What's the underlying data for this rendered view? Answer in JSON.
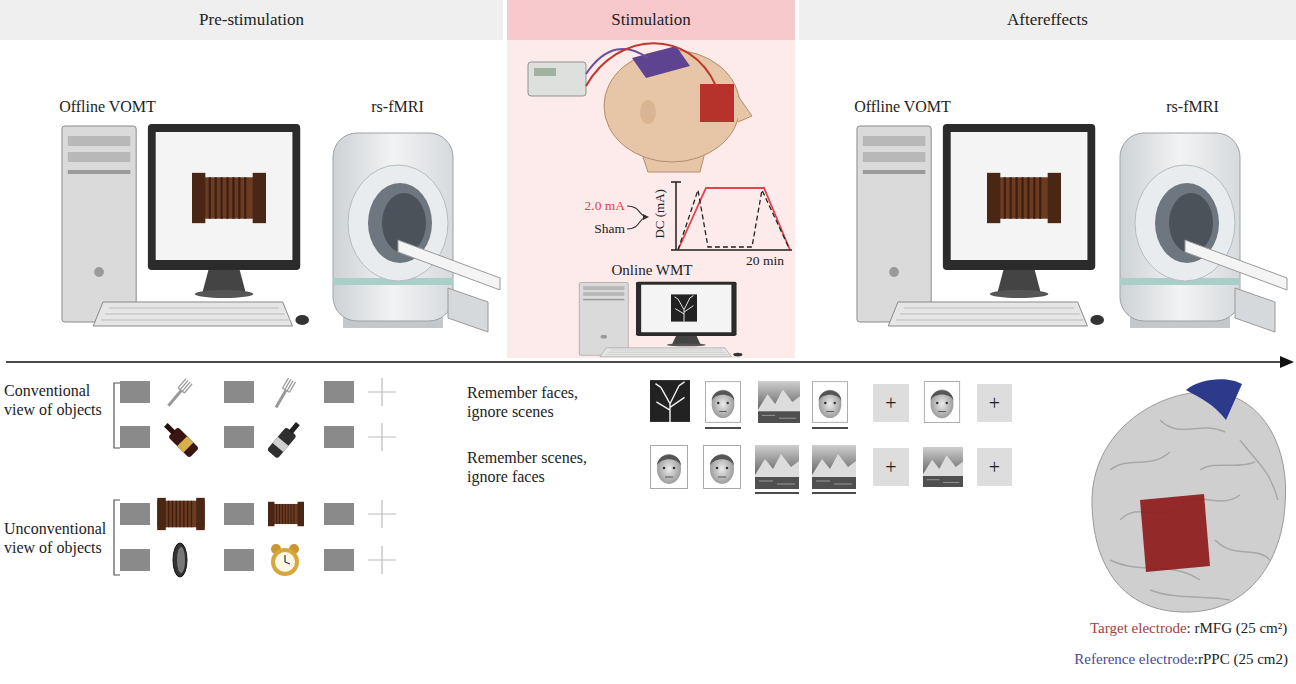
{
  "diagram": {
    "nodes": [
      {
        "text": [
          "Pre-stimulation"
        ]
      },
      {
        "text": [
          "Stimulation"
        ]
      },
      {
        "text": [
          "Aftereffects"
        ]
      },
      {
        "text": [
          "+"
        ]
      },
      {
        "text": [
          "+"
        ]
      },
      {
        "text": [
          "+"
        ]
      },
      {
        "text": [
          "+"
        ]
      }
    ],
    "labels": [
      "Offline VOMT",
      "rs-fMRI",
      "2.0 mA",
      "Sham",
      "DC (mA)",
      "20 min",
      "Online WMT",
      "Offline VOMT",
      "rs-fMRI",
      "Conventional view of objects",
      "Unconventional view of objects",
      "Remember faces, ignore scenes",
      "Remember scenes, ignore faces",
      "Target electrode",
      ": rMFG (25 cm²)",
      "Reference electrode",
      ":rPPC (25 cm2)"
    ]
  }
}
